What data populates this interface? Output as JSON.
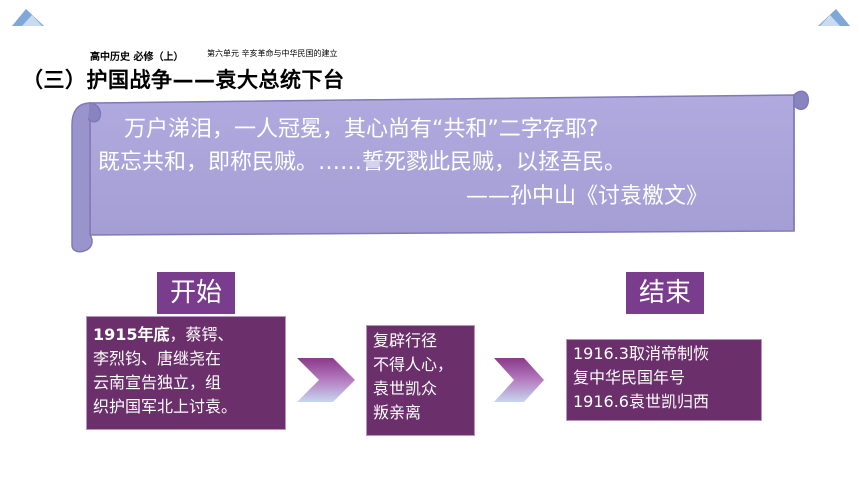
{
  "header": {
    "course": "高中历史 必修（上）",
    "unit": "第六单元  辛亥革命与中华民国的建立"
  },
  "section_title": "（三）护国战争——袁大总统下台",
  "quote": {
    "line1": "万户涕泪，一人冠冕，其心尚有“共和”二字存耶?",
    "line2": "既忘共和，即称民贼。……誓死戮此民贼，以拯吾民。",
    "line3": "——孙中山《讨袁檄文》"
  },
  "labels": {
    "start": "开始",
    "end": "结束"
  },
  "box1": {
    "bold": "1915年底",
    "rest": "，蔡锷、",
    "line2": "李烈钧、唐继尧在",
    "line3": "云南宣告独立，组",
    "line4": "织护国军北上讨袁。"
  },
  "box2": {
    "lines": [
      "复辟行径",
      "不得人心，",
      "袁世凯众",
      "叛亲离"
    ]
  },
  "box3": {
    "lines": [
      "1916.3取消帝制恢",
      "复中华民国年号",
      "1916.6袁世凯归西"
    ]
  },
  "colors": {
    "scroll": "#a9a3d9",
    "box": "#6b2f6b",
    "label": "#7a3c8c",
    "chevron_top": "#8a3a8a",
    "chevron_bottom": "#c6d6f0"
  },
  "icons": [
    "corner-triangle-icon",
    "chevron-right-icon"
  ]
}
